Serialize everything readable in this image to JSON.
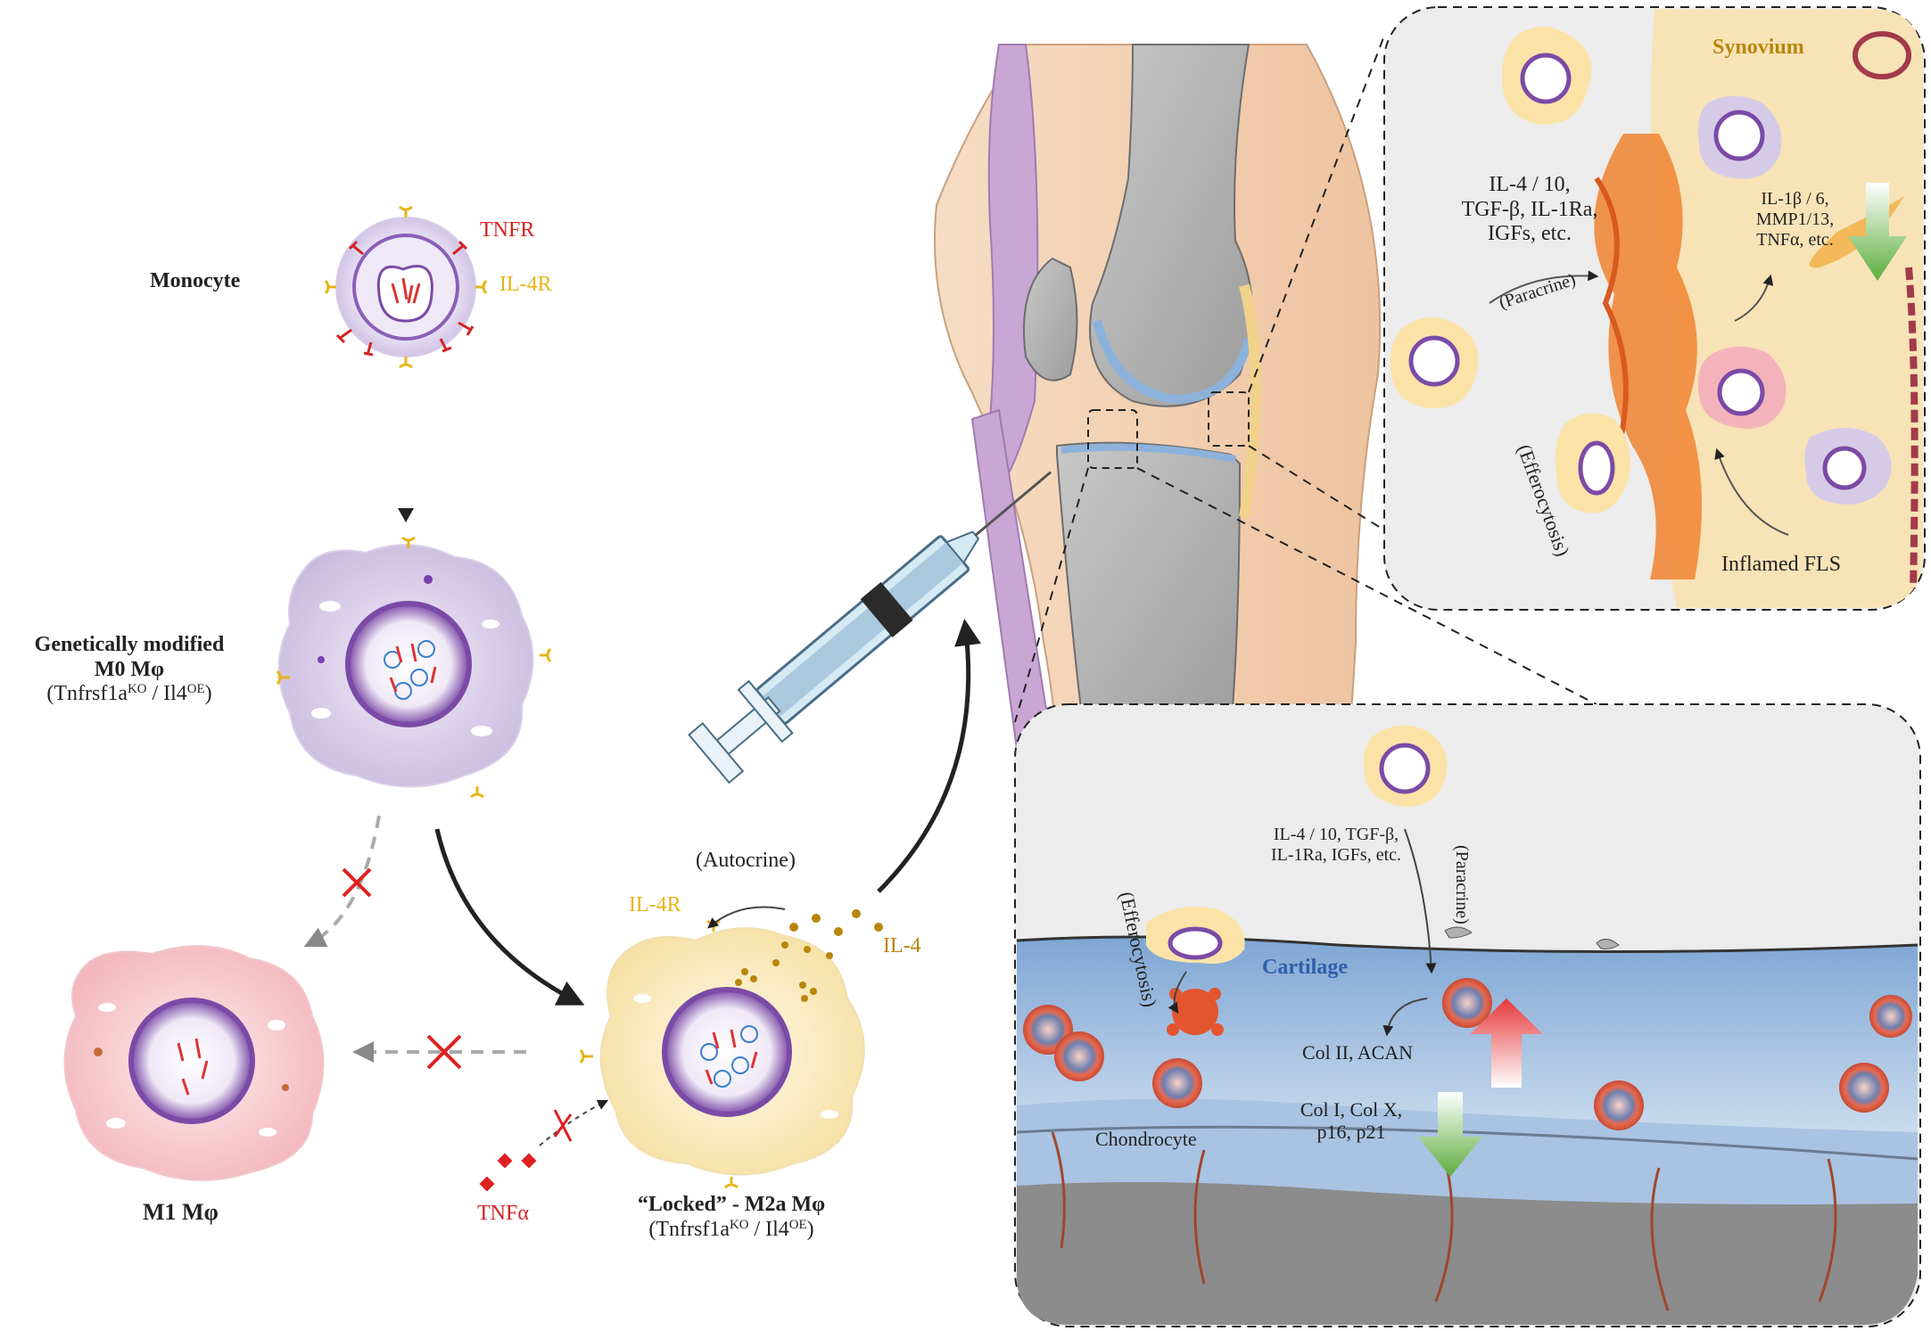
{
  "left": {
    "monocyte": {
      "label": "Monocyte",
      "tnfr": "TNFR",
      "il4r": "IL-4R"
    },
    "m0": {
      "line1": "Genetically modified",
      "line2": "M0 Mφ",
      "geno_a": "(Tnfrsf1a",
      "geno_sup1": "KO",
      "geno_b": " / Il4",
      "geno_sup2": "OE",
      "geno_c": ")"
    },
    "m1": {
      "label": "M1 Mφ"
    },
    "m2a": {
      "line1": "“Locked” - M2a Mφ",
      "geno_a": "(Tnfrsf1a",
      "geno_sup1": "KO",
      "geno_b": " / Il4",
      "geno_sup2": "OE",
      "geno_c": ")",
      "il4r": "IL-4R",
      "il4": "IL-4",
      "autocrine": "(Autocrine)",
      "tnfa": "TNFα"
    }
  },
  "synovium_panel": {
    "title": "Synovium",
    "anti_line1": "IL-4 / 10,",
    "anti_line2": "TGF-β, IL-1Ra,",
    "anti_line3": "IGFs, etc.",
    "paracrine": "(Paracrine)",
    "efferocytosis": "(Efferocytosis)",
    "pro_line1": "IL-1β / 6,",
    "pro_line2": "MMP1/13,",
    "pro_line3": "TNFα, etc.",
    "fls": "Inflamed FLS"
  },
  "cartilage_panel": {
    "title": "Cartilage",
    "factors_line1": "IL-4 / 10, TGF-β,",
    "factors_line2": "IL-1Ra, IGFs, etc.",
    "paracrine": "(Paracrine)",
    "efferocytosis": "(Efferocytosis)",
    "up": "Col II, ACAN",
    "down_line1": "Col I, Col X,",
    "down_line2": "p16, p21",
    "chondrocyte": "Chondrocyte"
  },
  "colors": {
    "tnfr": "#d42222",
    "il4r": "#e7b418",
    "synovium": "#b8860b",
    "cartilage": "#2f5fa8",
    "cross": "#e02020"
  }
}
